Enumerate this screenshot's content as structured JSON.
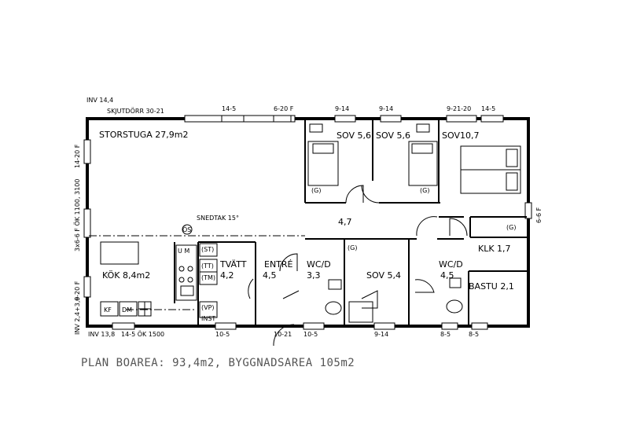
{
  "plan": {
    "caption": "PLAN BOAREA: 93,4m2, BYGGNADSAREA 105m2",
    "top_labels": {
      "inv_top": "INV 14,4",
      "skjutdorr": "SKJUTDÖRR 30-21",
      "w1": "14-5",
      "w2": "6-20 F",
      "w3": "9-14",
      "w4": "9-14",
      "w5": "9-21-20",
      "w6": "14-5"
    },
    "bottom_labels": {
      "inv_bottom": "INV 13,8",
      "w_kok": "14-5 ÖK 1500",
      "w_tvatt": "10-5",
      "door": "10-21",
      "w_wc1": "10-5",
      "w_sov": "9-14",
      "w_wc2": "8-5",
      "w_bastu": "8-5"
    },
    "side_labels": {
      "left_top": "14-20 F",
      "left_mid": "3x6-6 F ÖK 1100, 3100",
      "left_bottom_a": "6-20 F",
      "left_bottom_b": "INV 2,4+3,9",
      "right": "6-6 F"
    },
    "rooms": {
      "storstuga": "STORSTUGA 27,9m2",
      "sov1": "SOV 5,6",
      "sov2": "SOV 5,6",
      "sov3": "SOV10,7",
      "hall_area": "4,7",
      "snedtak": "SNEDTAK 15°",
      "os": "ÖS",
      "kok": "KÖK 8,4m2",
      "tvatt": "TVÄTT",
      "tvatt_area": "4,2",
      "entre": "ENTRÉ",
      "entre_area": "4,5",
      "wc1": "WC/D",
      "wc1_area": "3,3",
      "sov4": "SOV 5,4",
      "wc2": "WC/D",
      "wc2_area": "4,5",
      "klk": "KLK 1,7",
      "bastu": "BASTU 2,1"
    },
    "fixtures": {
      "g": "(G)",
      "um": "U M",
      "st": "(ST)",
      "tt": "(TT)",
      "tm": "(TM)",
      "vp": "(VP)",
      "inst": "INST",
      "kf": "KF",
      "dm": "DM"
    }
  }
}
